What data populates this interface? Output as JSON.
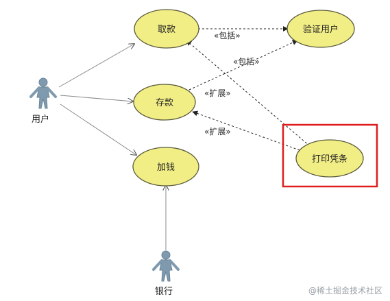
{
  "actors": {
    "user": "用户",
    "bank": "银行"
  },
  "use_cases": {
    "withdraw": "取款",
    "verify_user": "验证用户",
    "deposit": "存款",
    "print_receipt": "打印凭条",
    "add_money": "加钱"
  },
  "relations": {
    "include_withdraw_verify": "«包括»",
    "include_deposit_verify": "«包括»",
    "extend_deposit": "«扩展»",
    "extend_print": "«扩展»"
  },
  "colors": {
    "use_case_fill": "#f2ee86",
    "actor": "#7f9aae",
    "highlight": "#e01b1b"
  },
  "watermark": "@稀土掘金技术社区"
}
